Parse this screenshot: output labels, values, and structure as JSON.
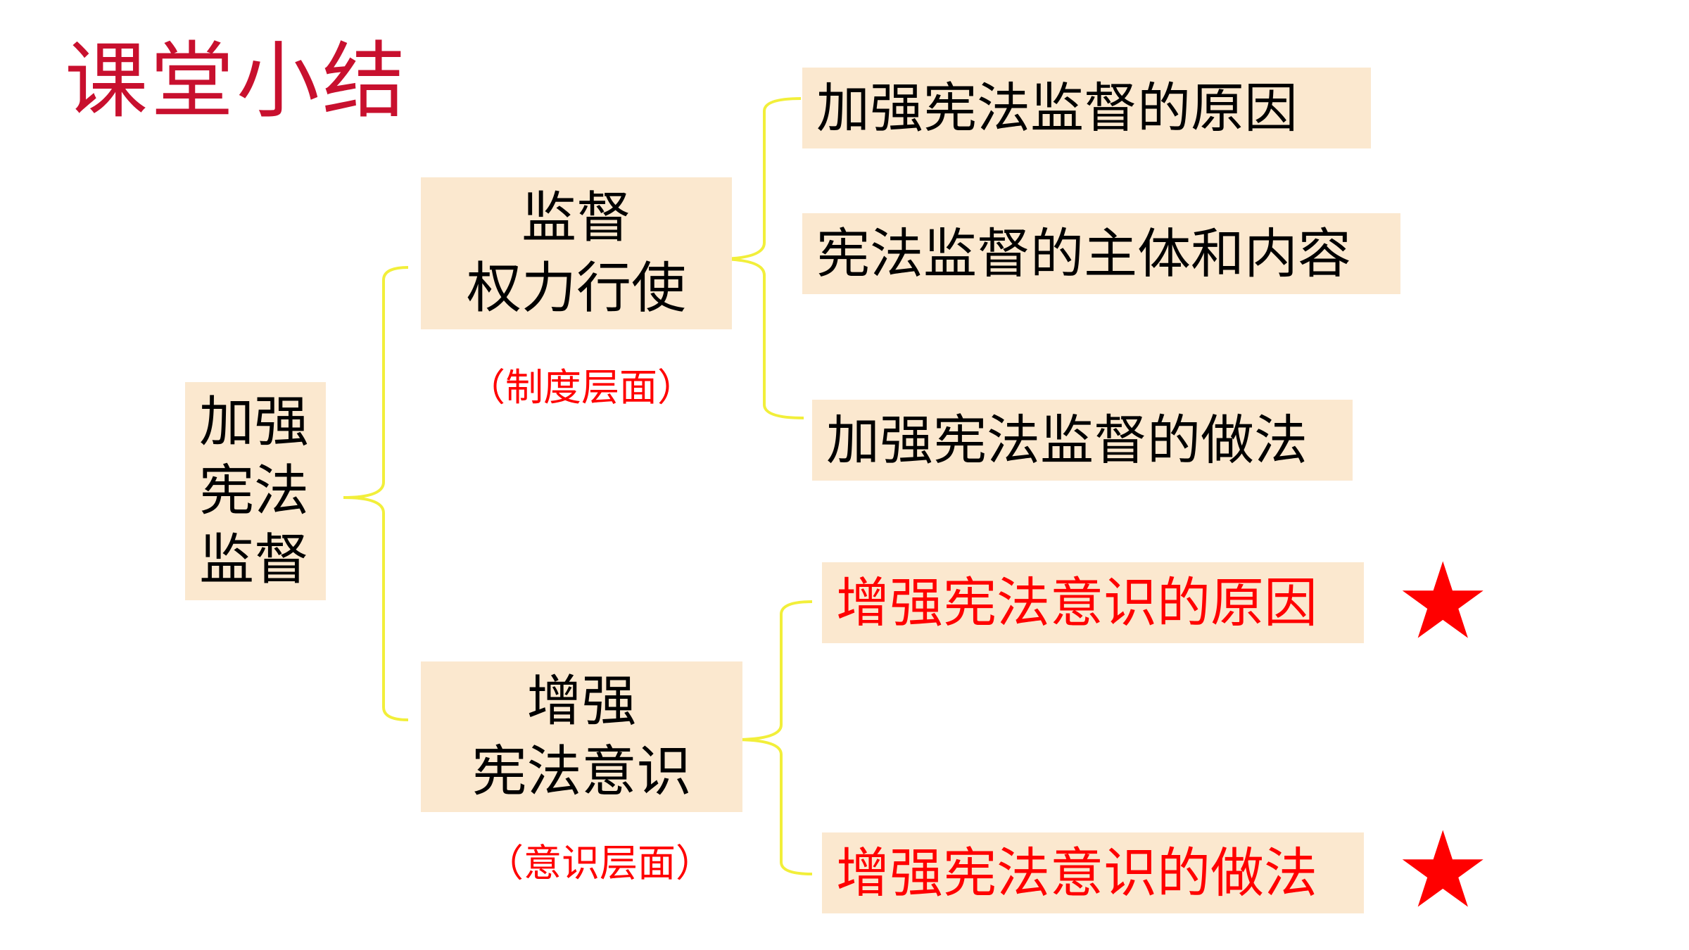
{
  "title": "课堂小结",
  "root": {
    "lines": [
      "加强",
      "宪法",
      "监督"
    ]
  },
  "branches": [
    {
      "lines": [
        "监督",
        "权力行使"
      ],
      "note": "（制度层面）",
      "leaves": [
        {
          "text": "加强宪法监督的原因",
          "color": "#000000",
          "starred": false
        },
        {
          "text": "宪法监督的主体和内容",
          "color": "#000000",
          "starred": false
        },
        {
          "text": "加强宪法监督的做法",
          "color": "#000000",
          "starred": false
        }
      ]
    },
    {
      "lines": [
        "增强",
        "宪法意识"
      ],
      "note": "（意识层面）",
      "leaves": [
        {
          "text": "增强宪法意识的原因",
          "color": "#ff0000",
          "starred": true
        },
        {
          "text": "增强宪法意识的做法",
          "color": "#ff0000",
          "starred": true
        }
      ]
    }
  ],
  "star_glyph": "★",
  "colors": {
    "title": "#c8102e",
    "box_fill": "#fbe8cf",
    "bracket": "#f2ef3a",
    "accent_red": "#ff0000"
  }
}
